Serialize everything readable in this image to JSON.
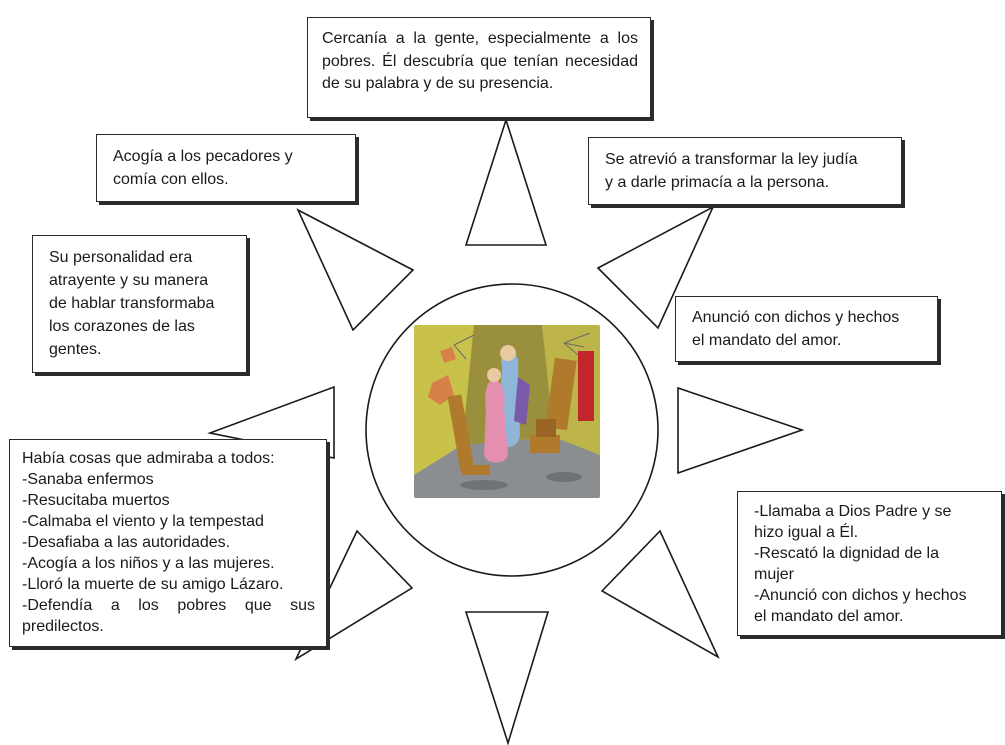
{
  "diagram": {
    "top_box": "Cercanía a la gente, especialmente a los pobres. Él descubría que tenían necesidad de su palabra y de su presencia.",
    "upper_left_box": "Acogía a los pecadores y\ncomía con ellos.",
    "left_box": "Su personalidad era\natrayente y su manera\nde hablar transformaba\nlos corazones de las\ngentes.",
    "upper_right_box": "Se atrevió a transformar la ley judía\ny a darle primacía a la persona.",
    "right_box": "Anunció  con dichos y hechos\nel mandato del amor.",
    "lower_right_box": "-Llamaba a Dios Padre y se\nhizo igual a Él.\n-Rescató la dignidad de la\nmujer\n-Anunció con dichos y hechos\nel mandato del amor.",
    "lower_left_box": "Había cosas que admiraba a todos:\n-Sanaba enfermos\n-Resucitaba muertos\n-Calmaba el viento y la tempestad\n-Desafiaba a las autoridades.\n-Acogía a los niños y a las mujeres.\n-Lloró la muerte de su amigo Lázaro.\n-Defendía a los pobres que sus predilectos.",
    "center_image": "cartoon-jesus-with-people-in-ruined-house",
    "colors": {
      "line": "#1a1a1a",
      "background": "#ffffff",
      "wall": "#c9c24a",
      "robe_pink": "#e58fb0",
      "robe_blue": "#8fb6d9",
      "curtain_red": "#c0262a",
      "wood": "#b07a2c"
    }
  }
}
